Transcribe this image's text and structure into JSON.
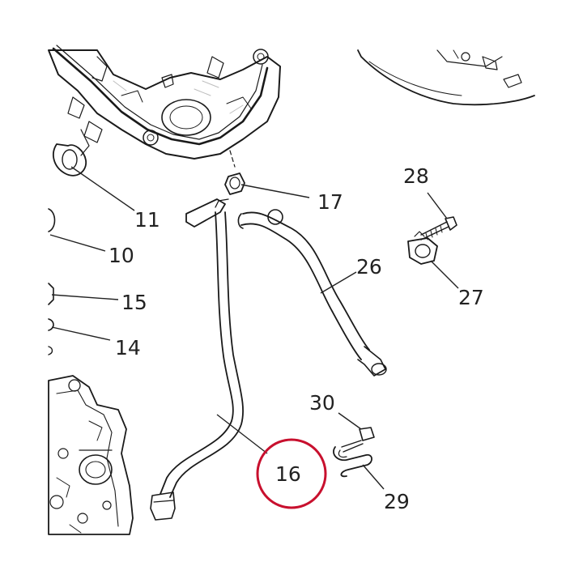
{
  "diagram": {
    "highlight_color": "#c8102e",
    "line_color": "#222222",
    "callouts": [
      {
        "id": "c11",
        "label": "11"
      },
      {
        "id": "c10",
        "label": "10"
      },
      {
        "id": "c15",
        "label": "15"
      },
      {
        "id": "c14",
        "label": "14"
      },
      {
        "id": "c17",
        "label": "17"
      },
      {
        "id": "c26",
        "label": "26"
      },
      {
        "id": "c28",
        "label": "28"
      },
      {
        "id": "c27",
        "label": "27"
      },
      {
        "id": "c30",
        "label": "30"
      },
      {
        "id": "c29",
        "label": "29"
      },
      {
        "id": "c16",
        "label": "16"
      }
    ],
    "highlighted_part": "16"
  }
}
